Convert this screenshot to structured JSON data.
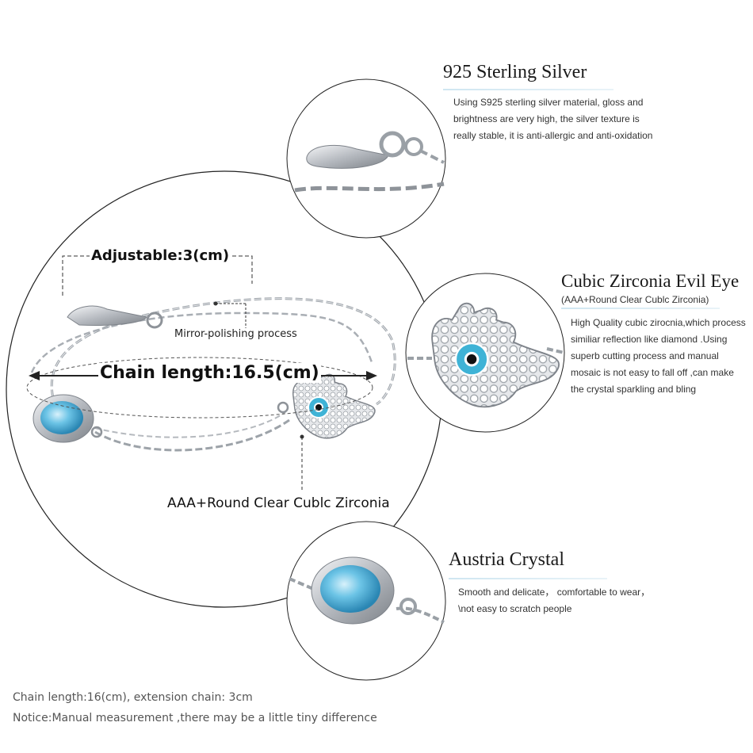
{
  "main_annotations": {
    "adjustable": "Adjustable:3(cm)",
    "mirror": "Mirror-polishing process",
    "chain_length": "Chain length:16.5(cm)",
    "zirconia": "AAA+Round Clear Cublc Zirconia"
  },
  "features": [
    {
      "title": "925 Sterling Silver",
      "description": [
        "Using S925 sterling silver material, gloss and",
        "brightness are very high, the silver texture is",
        "really stable, it is anti-allergic and anti-oxidation"
      ]
    },
    {
      "title": "Cubic Zirconia Evil Eye",
      "subtitle": "(AAA+Round Clear Cublc Zirconia)",
      "description": [
        "High Quality cubic zirocnia,which process",
        "similiar reflection like diamond .Using",
        "superb cutting process and manual",
        "mosaic is not easy to fall off ,can make",
        "the crystal sparkling and bling"
      ]
    },
    {
      "title": "Austria Crystal",
      "description": [
        "Smooth and delicate， comfortable to wear，",
        "\\not easy to scratch people"
      ]
    }
  ],
  "footer": {
    "line1": "Chain length:16(cm), extension chain: 3cm",
    "line2": "Notice:Manual measurement ,there may be a little tiny  difference"
  },
  "colors": {
    "crystal": "#5bb8e0",
    "turquoise": "#3fb3d6",
    "silver": "#b8bcc2",
    "circle_stroke": "#222222",
    "accent_rule": "#cfe6f1"
  }
}
